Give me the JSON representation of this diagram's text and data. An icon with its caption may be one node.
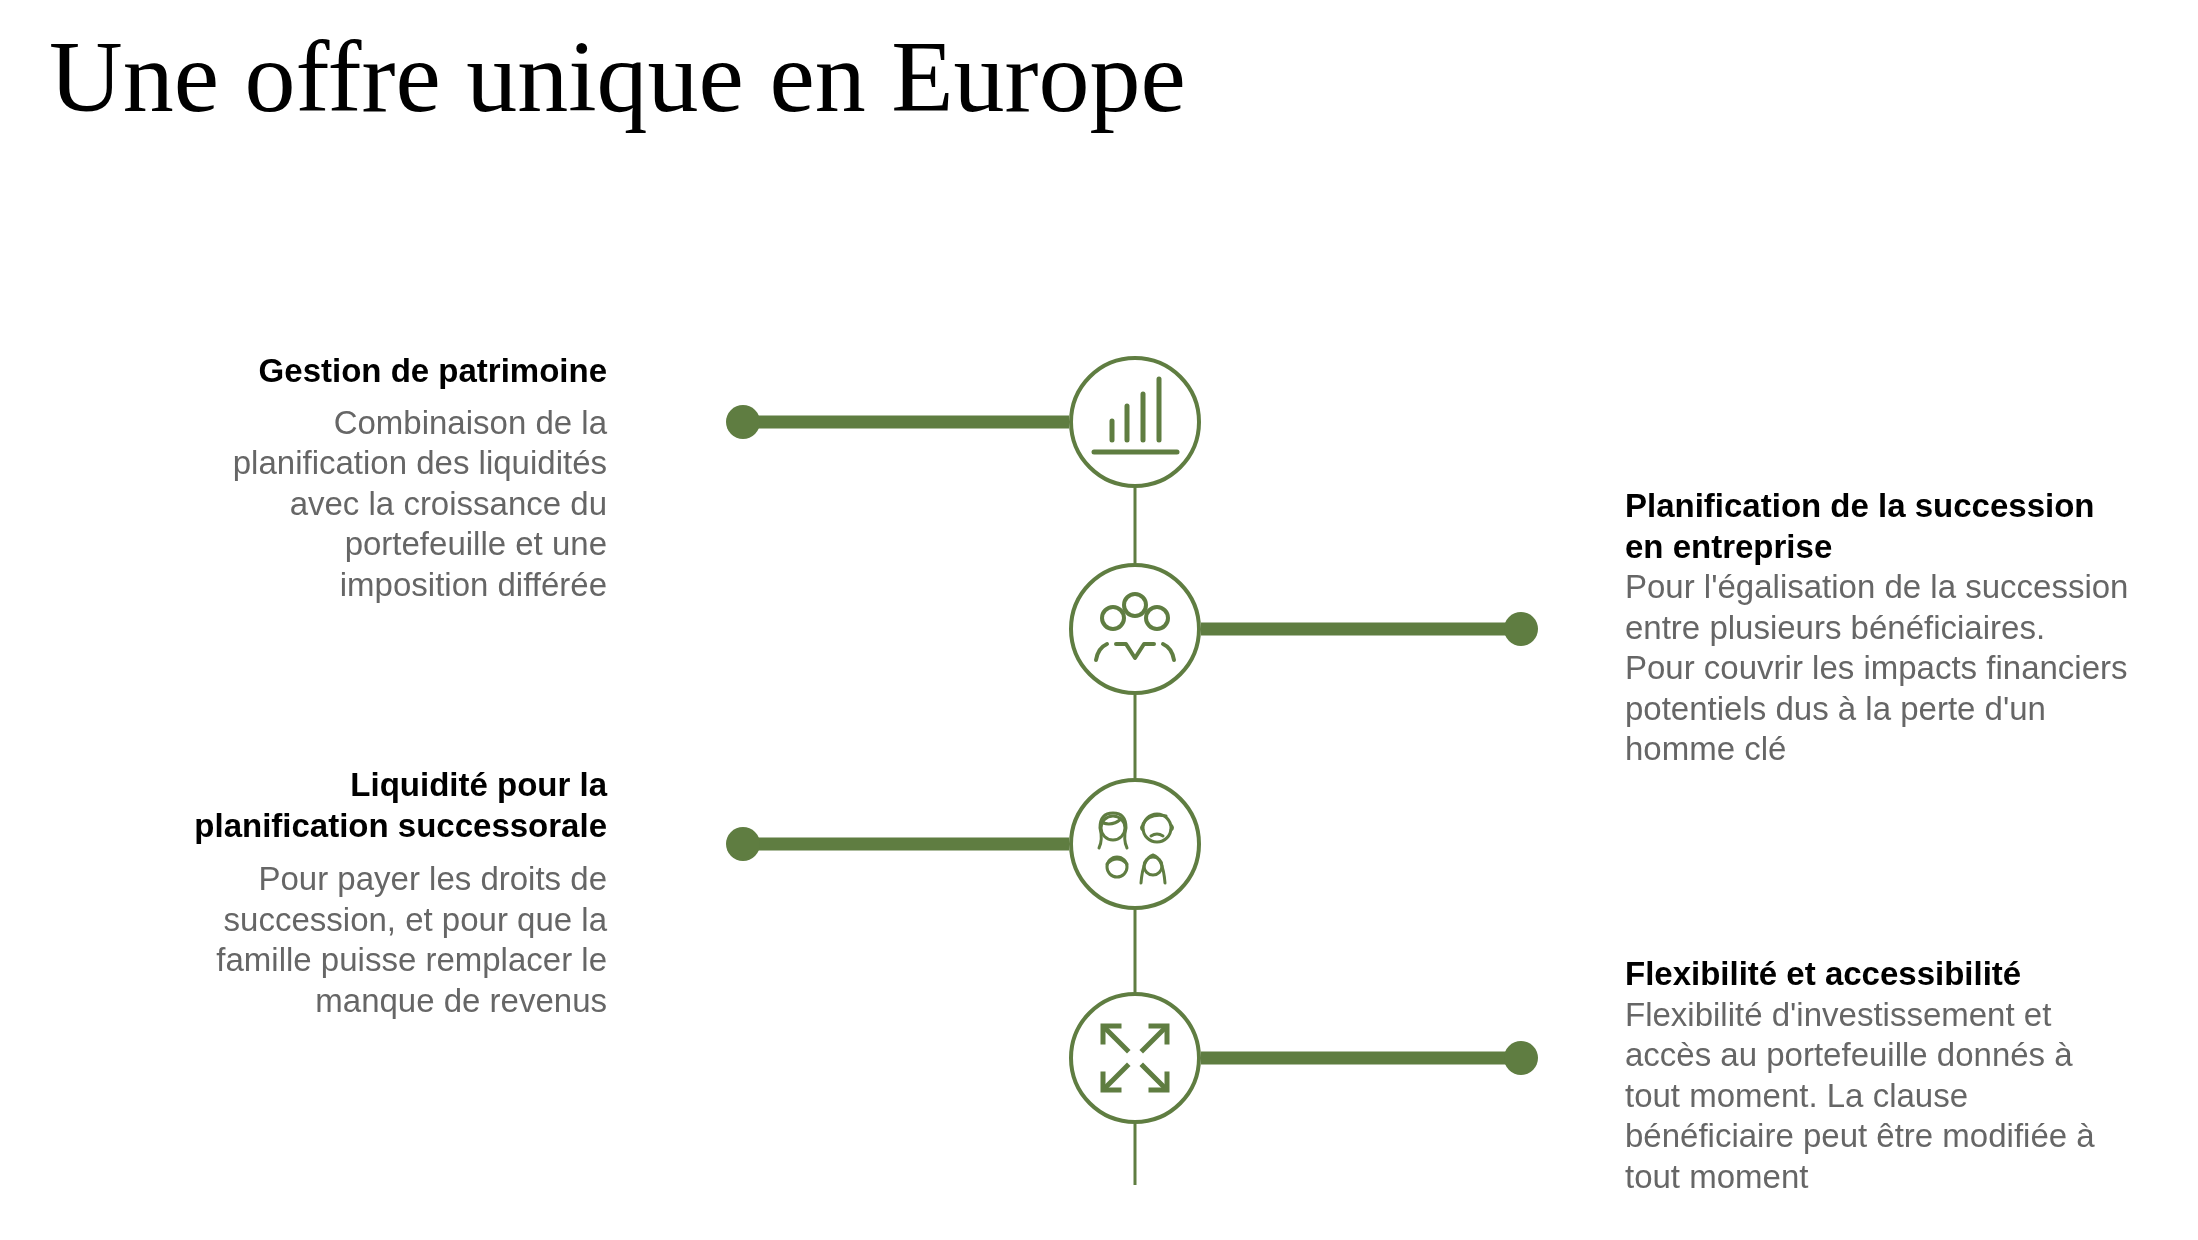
{
  "diagram": {
    "title": "Une offre unique en Europe",
    "nodes": [
      {
        "text": [
          "Gestion de patrimoine",
          "Combinaison de la planification des liquidités avec la croissance du portefeuille et une imposition différée"
        ]
      },
      {
        "text": [],
        "shape": "circle"
      },
      {
        "text": [
          "Planification de la succession en entreprise",
          "Pour l'égalisation de la succession entre plusieurs bénéficiaires.",
          "Pour couvrir les impacts financiers potentiels dus à la perte d'un homme clé"
        ]
      },
      {
        "text": [],
        "shape": "circle"
      },
      {
        "text": [
          "Liquidité pour la planification successorale",
          "Pour payer les droits de succession, et pour que la famille puisse remplacer le manque de revenus"
        ]
      },
      {
        "text": [],
        "shape": "circle"
      },
      {
        "text": [
          "Flexibilité et accessibilité",
          "Flexibilité d'investissement et accès au portefeuille donnés à tout moment. La clause bénéficiaire peut être modifiée à tout moment"
        ]
      },
      {
        "text": [],
        "shape": "circle"
      }
    ],
    "edges": [
      {
        "from": 1,
        "to": 0,
        "arrow": "other",
        "style": "thick"
      },
      {
        "from": 1,
        "to": 3,
        "arrow": "none"
      },
      {
        "from": 3,
        "to": 2,
        "arrow": "other",
        "style": "thick"
      },
      {
        "from": 3,
        "to": 5,
        "arrow": "none"
      },
      {
        "from": 5,
        "to": 4,
        "arrow": "other",
        "style": "thick"
      },
      {
        "from": 5,
        "to": 7,
        "arrow": "none"
      },
      {
        "from": 7,
        "to": 6,
        "arrow": "other",
        "style": "thick"
      },
      {
        "from": 7,
        "to": null,
        "arrow": "none"
      }
    ]
  }
}
